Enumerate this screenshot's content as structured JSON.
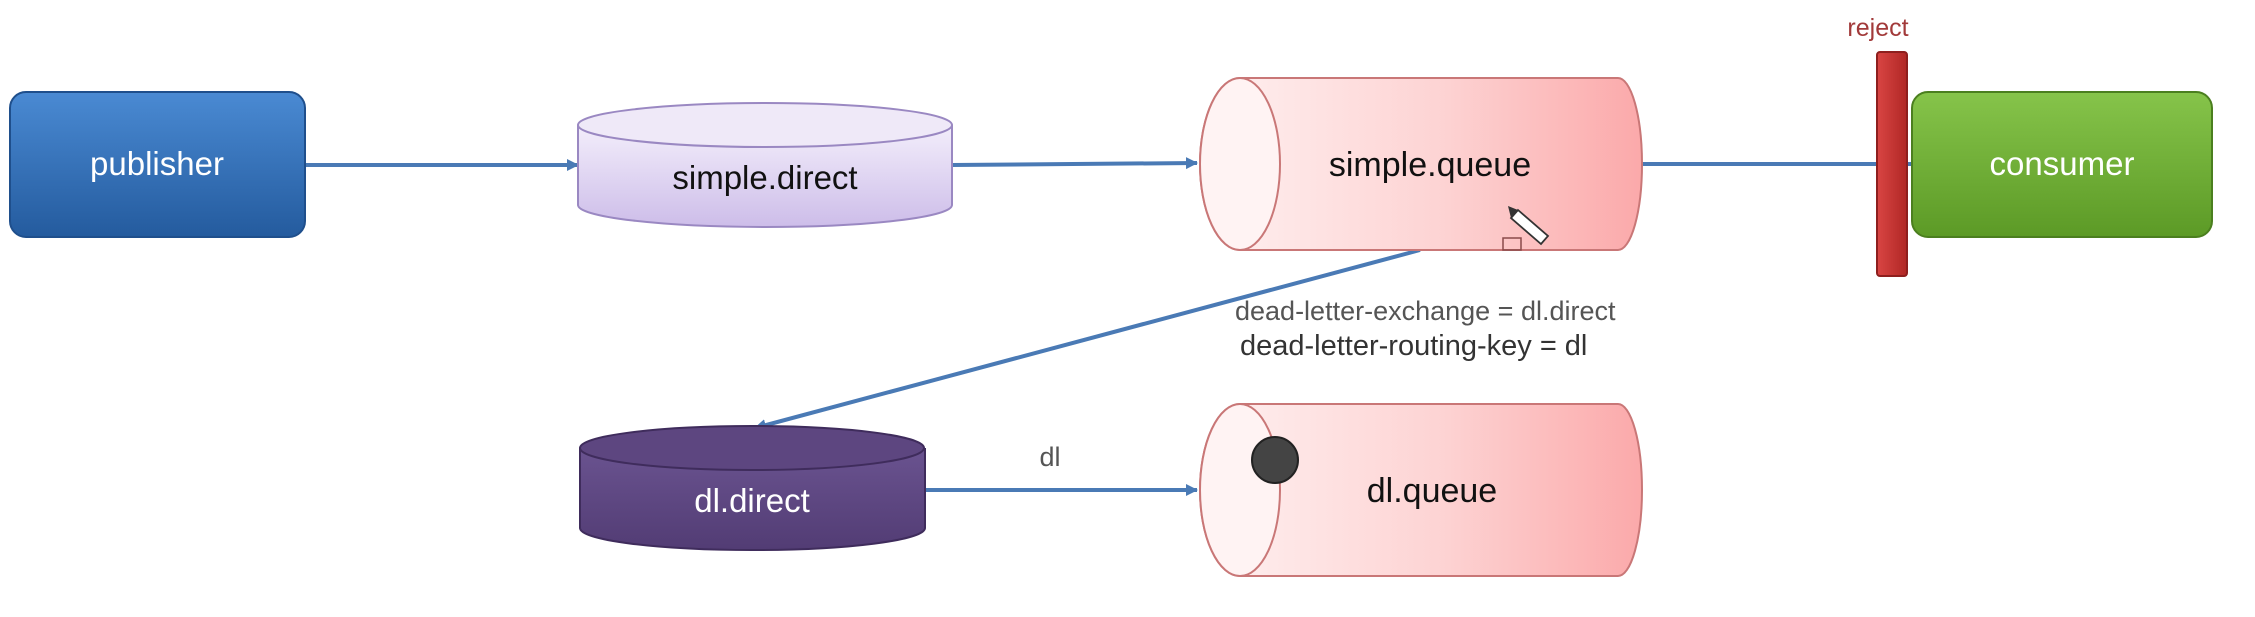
{
  "nodes": {
    "publisher": "publisher",
    "simple_exchange": "simple.direct",
    "simple_queue": "simple.queue",
    "consumer": "consumer",
    "dl_exchange": "dl.direct",
    "dl_queue": "dl.queue"
  },
  "labels": {
    "reject": "reject",
    "dead_letter_exchange": "dead-letter-exchange = dl.direct",
    "dead_letter_routing_key": "dead-letter-routing-key = dl",
    "routing_key": "dl"
  },
  "colors": {
    "publisher": "#2f6db5",
    "consumer": "#6aaa2f",
    "simple_exchange": "#dcd0f0",
    "dl_exchange": "#5d4680",
    "queue": "#fcc9c9",
    "reject_bar": "#c0302f",
    "arrow": "#4a7ab5",
    "reject_text": "#a23a3a"
  }
}
